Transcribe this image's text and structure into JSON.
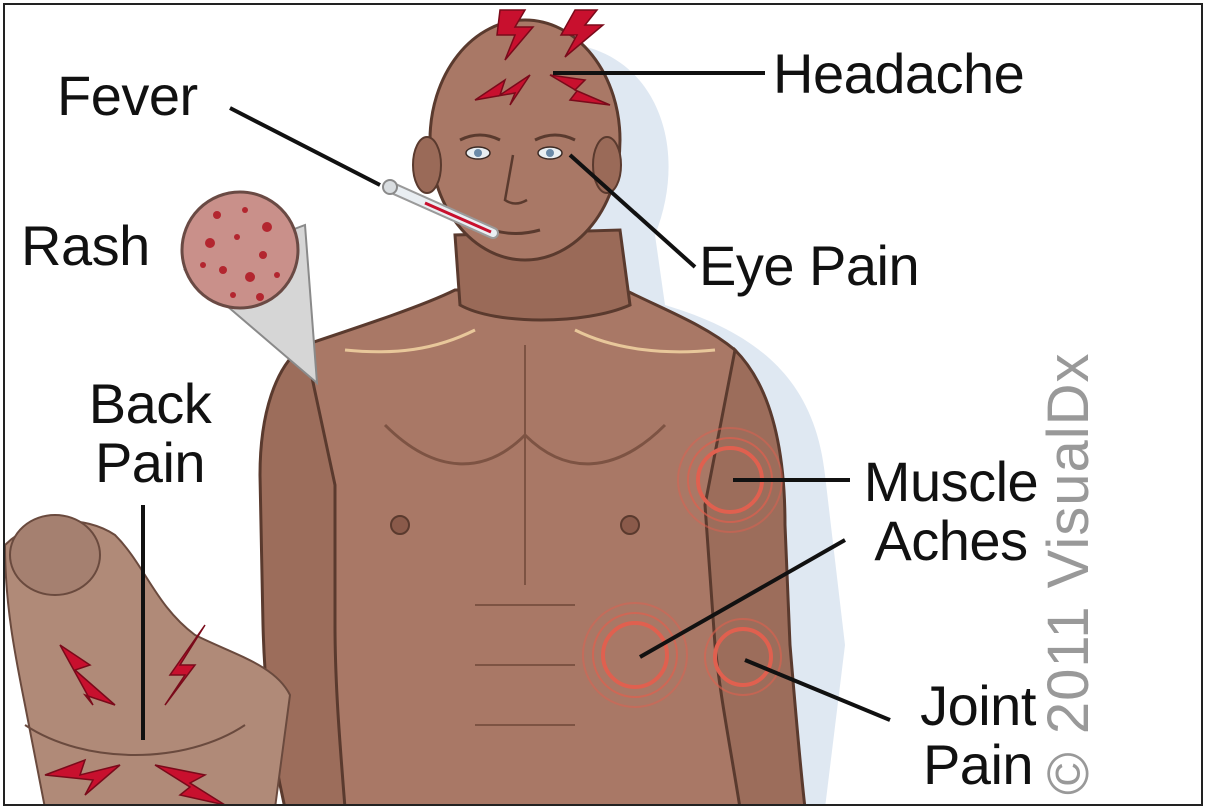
{
  "labels": {
    "headache": "Headache",
    "fever": "Fever",
    "rash": "Rash",
    "eye_pain": "Eye Pain",
    "back_pain_line1": "Back",
    "back_pain_line2": "Pain",
    "muscle_aches_line1": "Muscle",
    "muscle_aches_line2": "Aches",
    "joint_pain_line1": "Joint",
    "joint_pain_line2": "Pain"
  },
  "watermark": "© 2011 VisualDx",
  "colors": {
    "skin": "#a97866",
    "skin_shadow": "#8e6252",
    "skin_highlight": "#e8c79a",
    "pain_red": "#c8102e",
    "ring_red": "#e0604f",
    "rash_bg": "#c9908a",
    "rash_spot": "#b3262f",
    "body_shadow": "#dbe6f1",
    "leader_line": "#111111"
  }
}
